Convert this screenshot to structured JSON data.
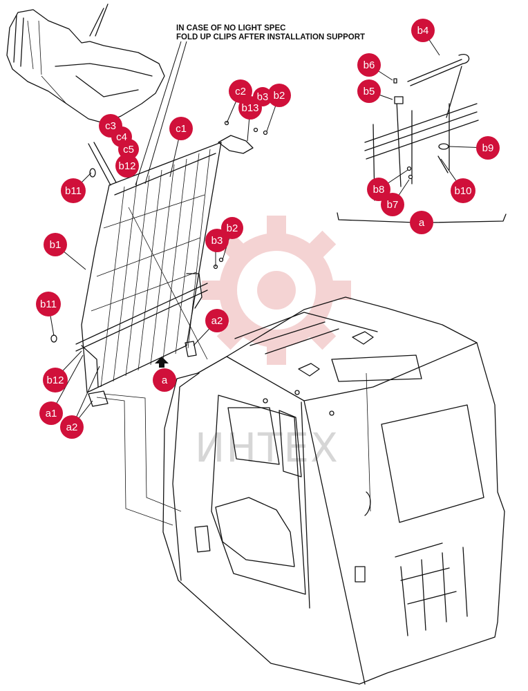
{
  "note": {
    "lines": [
      "IN CASE OF NO LIGHT SPEC",
      "FOLD UP CLIPS AFTER INSTALLATION SUPPORT"
    ]
  },
  "watermark": {
    "text": "ИНТЕХ",
    "icon": "gear-icon",
    "color": "#e8a0a0"
  },
  "callout_color": "#d0103a",
  "callouts": [
    {
      "id": "b4",
      "label": "b4"
    },
    {
      "id": "b6",
      "label": "b6"
    },
    {
      "id": "b5",
      "label": "b5"
    },
    {
      "id": "b9",
      "label": "b9"
    },
    {
      "id": "b8",
      "label": "b8"
    },
    {
      "id": "b10",
      "label": "b10"
    },
    {
      "id": "b7",
      "label": "b7"
    },
    {
      "id": "a-inset",
      "label": "a"
    },
    {
      "id": "c2",
      "label": "c2"
    },
    {
      "id": "b3-top",
      "label": "b3"
    },
    {
      "id": "b2-top",
      "label": "b2"
    },
    {
      "id": "b13",
      "label": "b13"
    },
    {
      "id": "c1",
      "label": "c1"
    },
    {
      "id": "c3",
      "label": "c3"
    },
    {
      "id": "c4",
      "label": "c4"
    },
    {
      "id": "c5",
      "label": "c5"
    },
    {
      "id": "b12-top",
      "label": "b12"
    },
    {
      "id": "b11-top",
      "label": "b11"
    },
    {
      "id": "b2-mid",
      "label": "b2"
    },
    {
      "id": "b3-mid",
      "label": "b3"
    },
    {
      "id": "b1",
      "label": "b1"
    },
    {
      "id": "b11-bottom",
      "label": "b11"
    },
    {
      "id": "a2-right",
      "label": "a2"
    },
    {
      "id": "a-arrow",
      "label": "a"
    },
    {
      "id": "b12-bottom",
      "label": "b12"
    },
    {
      "id": "a1",
      "label": "a1"
    },
    {
      "id": "a2-bottom",
      "label": "a2"
    }
  ]
}
